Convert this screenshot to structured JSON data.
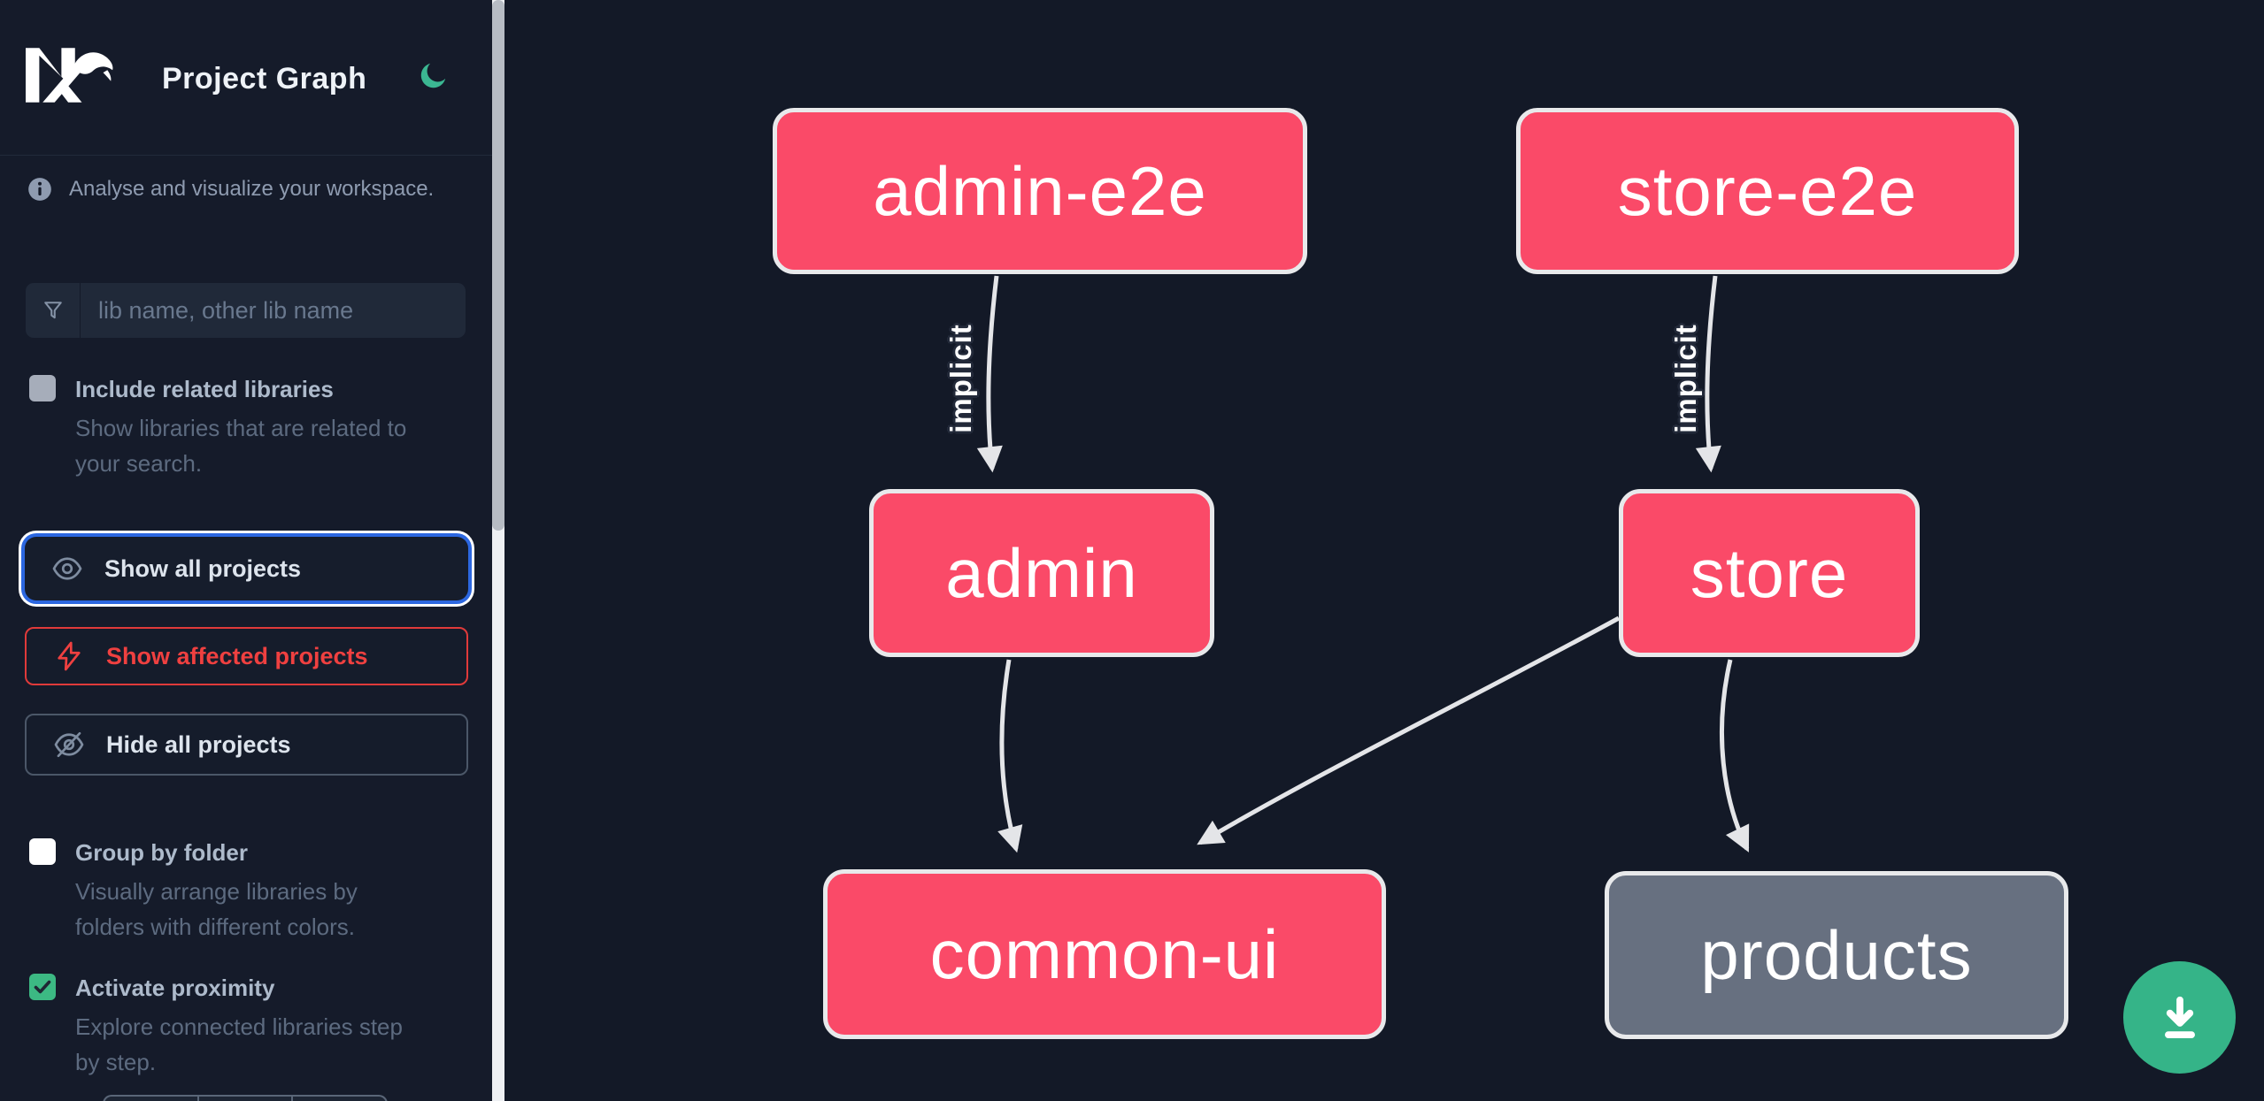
{
  "header": {
    "title": "Project Graph",
    "logo": "nx-logo",
    "theme_toggle_icon": "moon-icon"
  },
  "sidebar": {
    "tagline": "Analyse and visualize your workspace.",
    "search": {
      "placeholder": "lib name, other lib name",
      "value": "",
      "icon": "filter-funnel-icon"
    },
    "toggles": [
      {
        "label": "Include related libraries",
        "description": "Show libraries that are related to your search.",
        "checked": false,
        "state": "disabled"
      },
      {
        "label": "Group by folder",
        "description": "Visually arrange libraries by folders with different colors.",
        "checked": false,
        "state": "enabled"
      },
      {
        "label": "Activate proximity",
        "description": "Explore connected libraries step by step.",
        "checked": true,
        "state": "enabled"
      }
    ],
    "buttons": [
      {
        "label": "Show all projects",
        "icon": "eye-icon",
        "state": "focused"
      },
      {
        "label": "Show affected projects",
        "icon": "bolt-icon",
        "state": "affected"
      },
      {
        "label": "Hide all projects",
        "icon": "eye-off-icon",
        "state": "default"
      }
    ]
  },
  "graph": {
    "nodes": [
      {
        "id": "admin-e2e",
        "label": "admin-e2e",
        "color": "pink"
      },
      {
        "id": "store-e2e",
        "label": "store-e2e",
        "color": "pink"
      },
      {
        "id": "admin",
        "label": "admin",
        "color": "pink"
      },
      {
        "id": "store",
        "label": "store",
        "color": "pink"
      },
      {
        "id": "common-ui",
        "label": "common-ui",
        "color": "pink"
      },
      {
        "id": "products",
        "label": "products",
        "color": "gray"
      }
    ],
    "edges": [
      {
        "from": "admin-e2e",
        "to": "admin",
        "label": "implicit"
      },
      {
        "from": "store-e2e",
        "to": "store",
        "label": "implicit"
      },
      {
        "from": "admin",
        "to": "common-ui",
        "label": ""
      },
      {
        "from": "store",
        "to": "common-ui",
        "label": ""
      },
      {
        "from": "store",
        "to": "products",
        "label": ""
      }
    ],
    "fab": {
      "icon": "download-icon"
    }
  },
  "colors": {
    "canvas_bg": "#131927",
    "sidebar_bg": "#151b2a",
    "node_pink": "#fa4a68",
    "node_gray": "#677080",
    "accent_green": "#35b488",
    "focus_blue": "#2c67e0",
    "affected_red": "#ef4040",
    "edge_gray": "#e4e5e8"
  }
}
